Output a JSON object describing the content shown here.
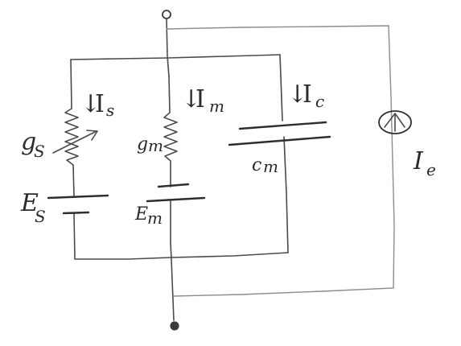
{
  "figure": {
    "background": "#ffffff",
    "ink_color": "#2b2b2b",
    "wire_color": "#4a4a4a",
    "style": "hand-drawn sketch"
  },
  "branches": {
    "sodium": {
      "conductance": {
        "symbol": "g",
        "sub": "S"
      },
      "current": {
        "arrow": "↓",
        "symbol": "I",
        "sub": "s"
      },
      "battery": {
        "symbol": "E",
        "sub": "S"
      }
    },
    "membrane": {
      "conductance": {
        "symbol": "g",
        "sub": "m"
      },
      "current": {
        "arrow": "↓",
        "symbol": "I",
        "sub": "m"
      },
      "battery": {
        "symbol": "E",
        "sub": "m"
      }
    },
    "capacitor": {
      "current": {
        "arrow": "↓",
        "symbol": "I",
        "sub": "c"
      },
      "capacitance": {
        "symbol": "c",
        "sub": "m"
      }
    },
    "external_source": {
      "symbol": "I",
      "sub": "e",
      "icon": "current-source-icon"
    }
  },
  "terminals": {
    "top": {
      "icon": "open-terminal-icon"
    },
    "bottom": {
      "icon": "filled-terminal-icon"
    }
  }
}
